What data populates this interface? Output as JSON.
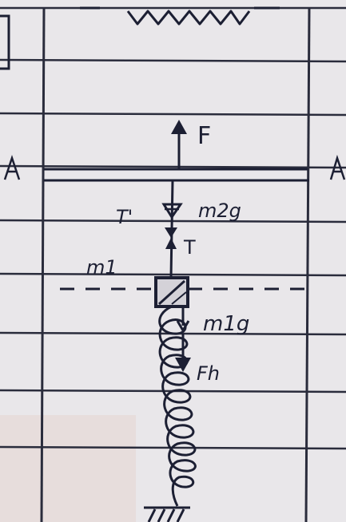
{
  "labels": {
    "section_left": "A",
    "section_right": "A",
    "force_F": "F",
    "tension_T_prime": "T'",
    "weight_m2g": "m2g",
    "tension_T": "T",
    "mass_m1": "m1",
    "weight_m1g": "m1g",
    "spring_force": "Fh"
  },
  "colors": {
    "paper": "#e9e7ea",
    "ruled_line": "#2a2c3c",
    "ink": "#1c1f33"
  }
}
